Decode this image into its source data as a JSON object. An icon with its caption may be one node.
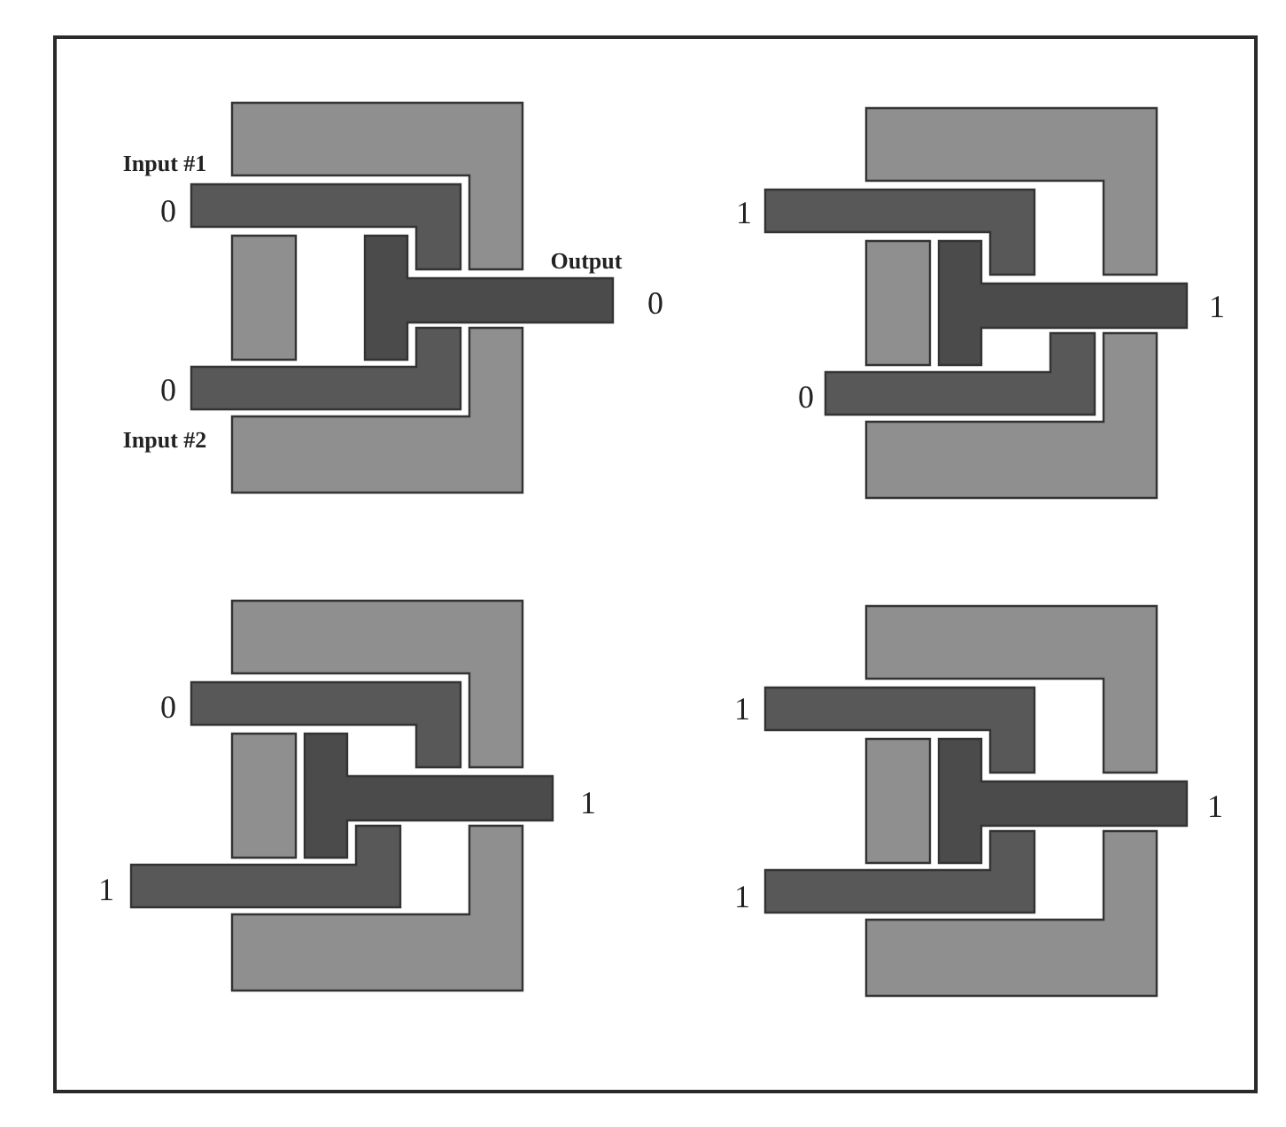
{
  "diagram": {
    "labels": [
      "Input #1",
      "0",
      "Output",
      "0",
      "0",
      "Input #2",
      "1",
      "1",
      "0",
      "0",
      "1",
      "1",
      "1",
      "1",
      "1"
    ]
  }
}
